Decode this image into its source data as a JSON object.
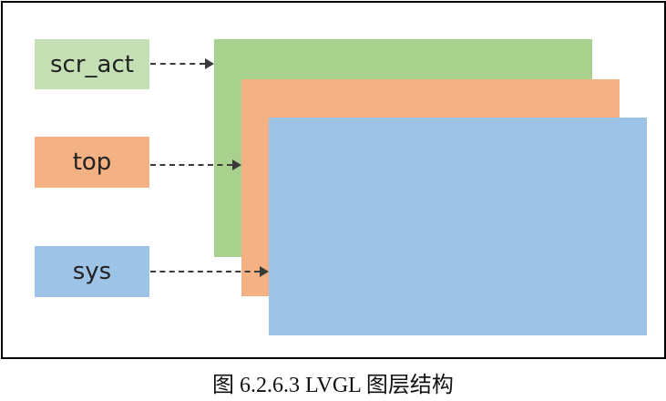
{
  "diagram": {
    "labels": [
      {
        "id": "scr_act",
        "text": "scr_act",
        "color": "#c5e0b4"
      },
      {
        "id": "top",
        "text": "top",
        "color": "#f4b183"
      },
      {
        "id": "sys",
        "text": "sys",
        "color": "#9dc3e6"
      }
    ],
    "layers": [
      {
        "id": "scr_act",
        "color": "#a9d18e"
      },
      {
        "id": "top",
        "color": "#f4b183"
      },
      {
        "id": "sys",
        "color": "#9dc3e6"
      }
    ],
    "arrow_color": "#3a3a3a",
    "border_color": "#000000"
  },
  "caption": "图 6.2.6.3 LVGL 图层结构"
}
